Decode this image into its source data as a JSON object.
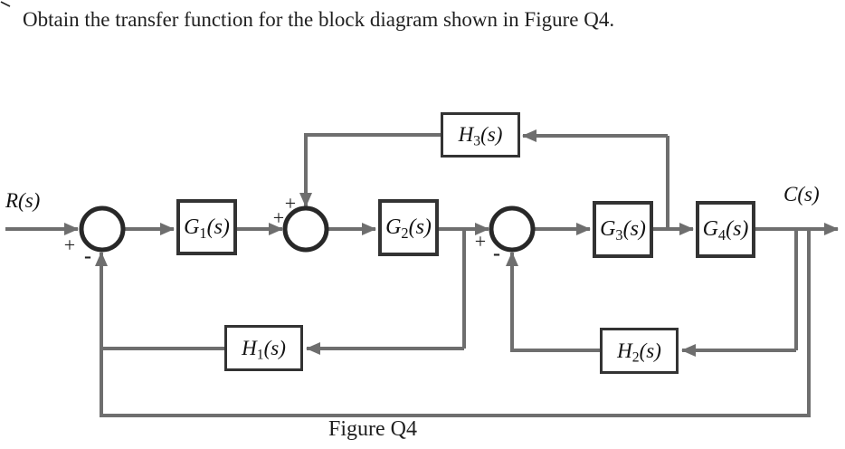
{
  "title": "Obtain the transfer function for the block diagram shown in Figure Q4.",
  "caption": "Figure Q4",
  "io": {
    "input_label": "R(s)",
    "output_label": "C(s)"
  },
  "blocks": {
    "g1": {
      "base": "G",
      "sub": "1",
      "arg": "(s)"
    },
    "g2": {
      "base": "G",
      "sub": "2",
      "arg": "(s)"
    },
    "g3": {
      "base": "G",
      "sub": "3",
      "arg": "(s)"
    },
    "g4": {
      "base": "G",
      "sub": "4",
      "arg": "(s)"
    },
    "h1": {
      "base": "H",
      "sub": "1",
      "arg": "(s)"
    },
    "h2": {
      "base": "H",
      "sub": "2",
      "arg": "(s)"
    },
    "h3": {
      "base": "H",
      "sub": "3",
      "arg": "(s)"
    }
  },
  "summing_junctions": {
    "sum1": {
      "sign_left": "+",
      "sign_bottom": "-"
    },
    "sum2": {
      "sign_top": "+",
      "sign_left": "+"
    },
    "sum3": {
      "sign_left": "+",
      "sign_bottom": "-"
    }
  },
  "colors": {
    "wire": "#6e6e6e",
    "block_border": "#333333",
    "junction_stroke": "#282828",
    "text": "#1a1a1a",
    "background": "#ffffff"
  }
}
